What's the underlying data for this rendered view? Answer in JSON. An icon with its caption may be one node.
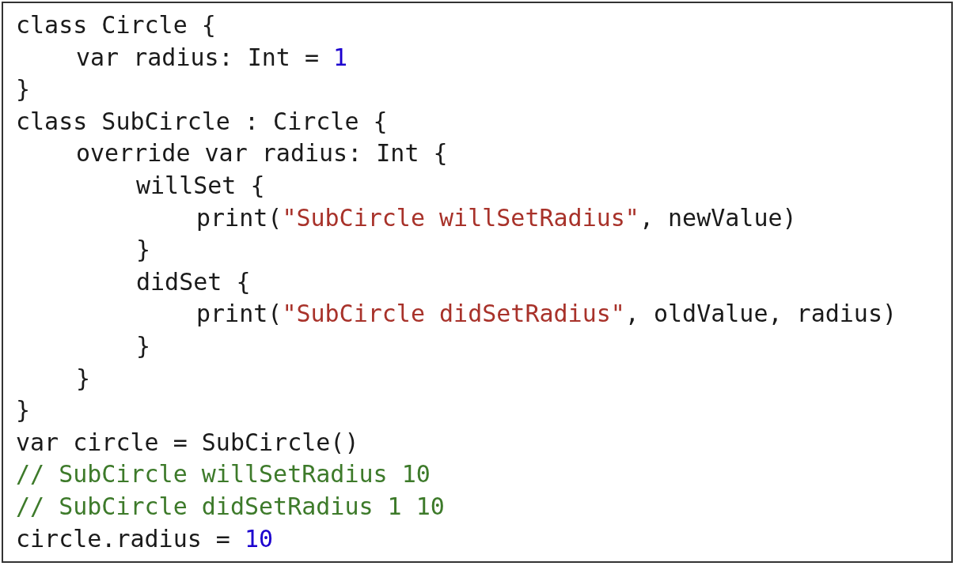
{
  "diagram": {
    "labels": [
      "class Circle {",
      "var radius: Int = 1",
      "}",
      "class SubCircle : Circle {",
      "override var radius: Int {",
      "willSet {",
      "print(\"SubCircle willSetRadius\", newValue)",
      "}",
      "didSet {",
      "print(\"SubCircle didSetRadius\", oldValue, radius)",
      "}",
      "}",
      "}",
      "var circle = SubCircle()",
      "// SubCircle willSetRadius 10",
      "// SubCircle didSetRadius 1 10",
      "circle.radius = 10"
    ]
  }
}
